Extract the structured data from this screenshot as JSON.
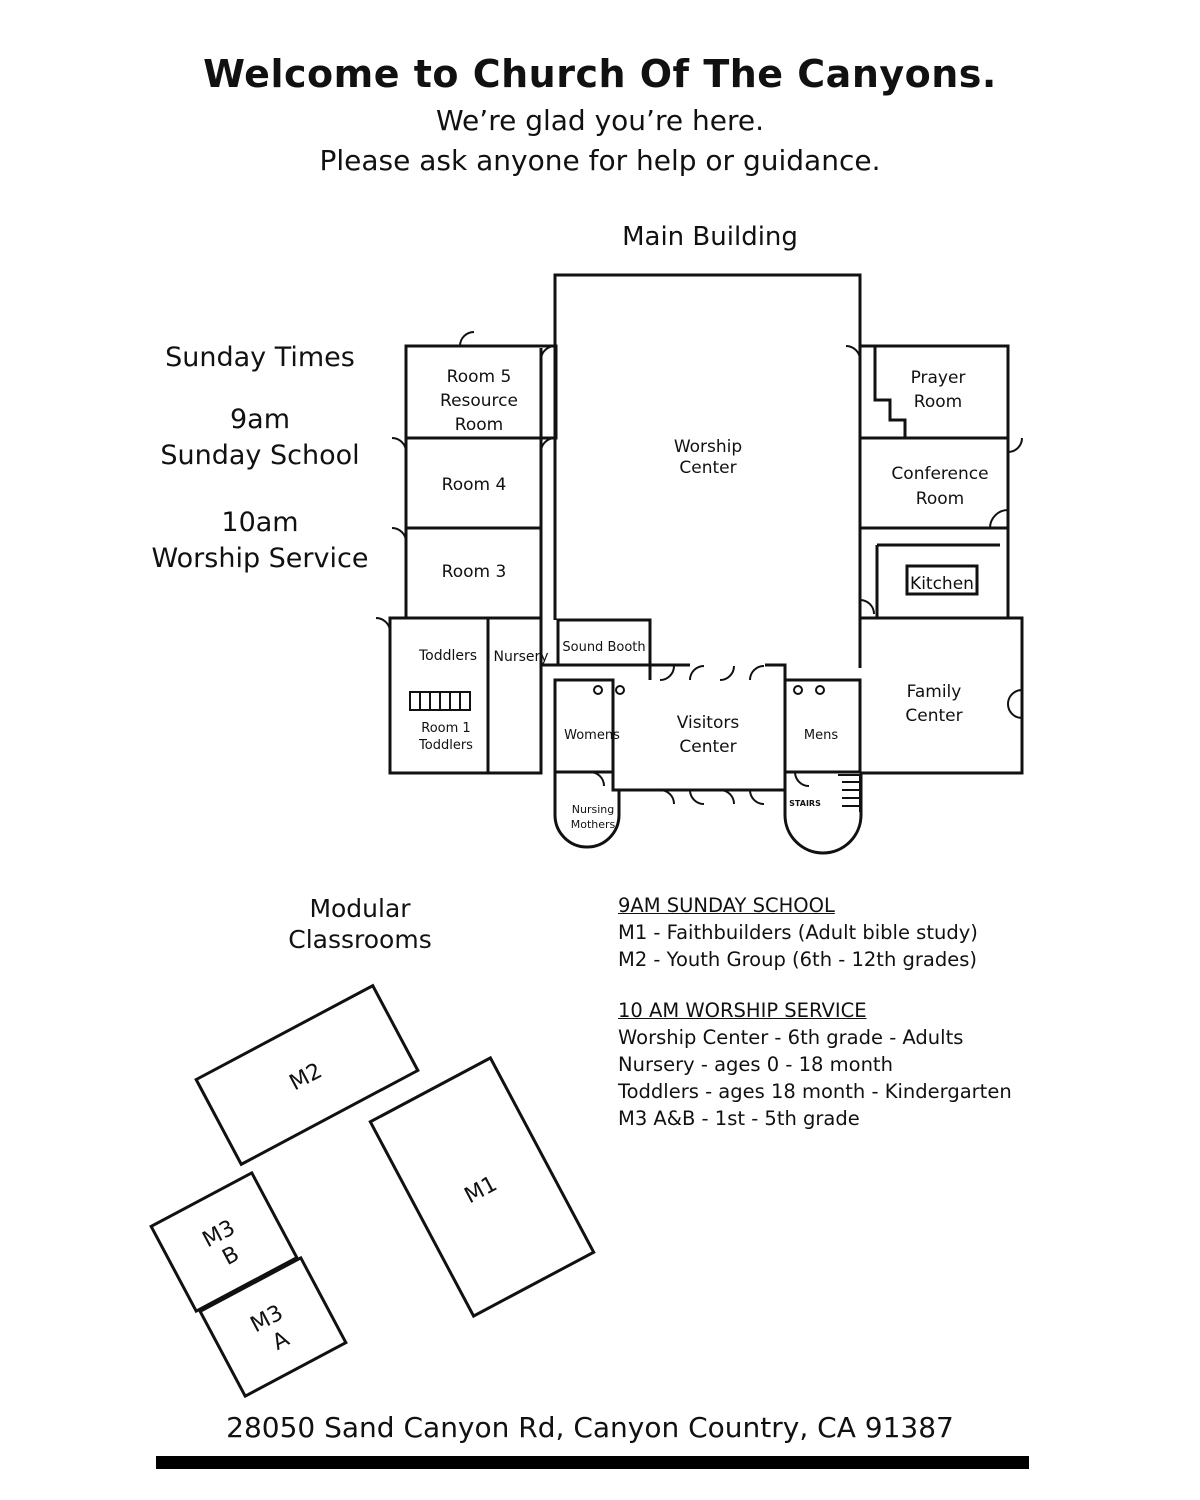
{
  "header": {
    "title": "Welcome to Church Of The Canyons.",
    "subtitle_1": "We’re glad you’re here.",
    "subtitle_2": "Please ask anyone for help or guidance."
  },
  "main_building_label": "Main Building",
  "sunday_times": {
    "heading": "Sunday Times",
    "items": [
      {
        "time": "9am",
        "event": "Sunday School"
      },
      {
        "time": "10am",
        "event": "Worship Service"
      }
    ]
  },
  "rooms": {
    "room5": [
      "Room 5",
      "Resource",
      "Room"
    ],
    "room4": "Room 4",
    "room3": "Room 3",
    "toddlers": "Toddlers",
    "nursery": "Nursery",
    "room1": [
      "Room 1",
      "Toddlers"
    ],
    "sound_booth": "Sound Booth",
    "worship_center": [
      "Worship",
      "Center"
    ],
    "prayer_room": [
      "Prayer",
      "Room"
    ],
    "conference_room": [
      "Conference",
      "Room"
    ],
    "kitchen": "Kitchen",
    "family_center": [
      "Family",
      "Center"
    ],
    "womens": "Womens",
    "mens": "Mens",
    "visitors_center": [
      "Visitors",
      "Center"
    ],
    "nursing_mothers": [
      "Nursing",
      "Mothers"
    ],
    "stairs": "STAIRS"
  },
  "modular": {
    "heading": [
      "Modular",
      "Classrooms"
    ],
    "m1": "M1",
    "m2": "M2",
    "m3b": [
      "M3",
      "B"
    ],
    "m3a": [
      "M3",
      "A"
    ]
  },
  "schedule": {
    "sunday_school": {
      "heading": "9AM SUNDAY SCHOOL",
      "lines": [
        "M1 - Faithbuilders (Adult bible study)",
        "M2 - Youth Group (6th - 12th grades)"
      ]
    },
    "worship": {
      "heading": "10 AM WORSHIP SERVICE",
      "lines": [
        "Worship Center - 6th grade - Adults",
        "Nursery - ages 0 - 18 month",
        "Toddlers - ages 18 month - Kindergarten",
        "M3 A&B - 1st - 5th grade"
      ]
    }
  },
  "address": "28050 Sand Canyon Rd, Canyon Country, CA 91387"
}
